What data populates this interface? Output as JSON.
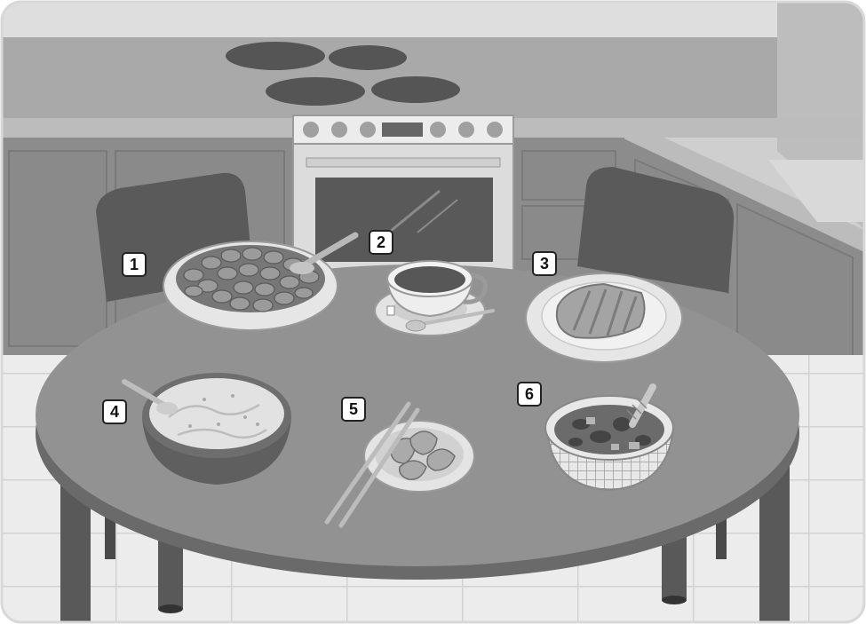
{
  "labels": {
    "cereal_bowl": "1",
    "tea_cup": "2",
    "toast_plate": "3",
    "porridge_bowl": "4",
    "dumpling_plate": "5",
    "soup_bowl": "6"
  }
}
